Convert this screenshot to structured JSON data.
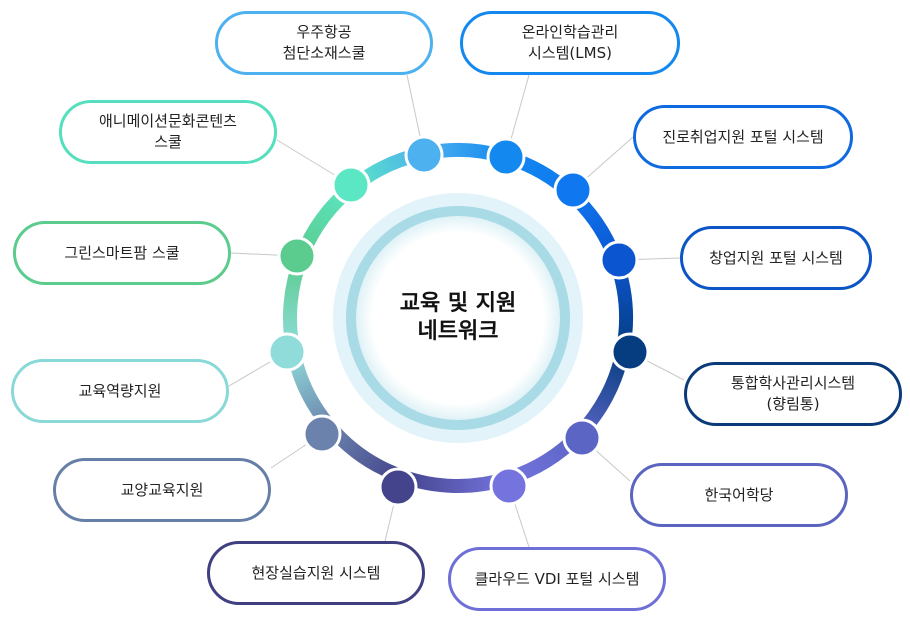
{
  "center": {
    "title": "교육 및 지원\n네트워크"
  },
  "nodes": [
    {
      "label": "우주항공\n첨단소재스쿨",
      "color": "#4db1ef",
      "dot": "#4db1ef"
    },
    {
      "label": "온라인학습관리\n시스템(LMS)",
      "color": "#1388ee",
      "dot": "#1388ee"
    },
    {
      "label": "진로취업지원 포털 시스템",
      "color": "#0f6ae0",
      "dot": "#0f78f0"
    },
    {
      "label": "창업지원 포털 시스템",
      "color": "#0b55c7",
      "dot": "#0b55d0"
    },
    {
      "label": "통합학사관리시스템\n(향림통)",
      "color": "#0a3a7a",
      "dot": "#063d80"
    },
    {
      "label": "한국어학당",
      "color": "#5b65c0",
      "dot": "#5b65c4"
    },
    {
      "label": "클라우드 VDI 포털 시스템",
      "color": "#6f6fd8",
      "dot": "#7574de"
    },
    {
      "label": "현장실습지원 시스템",
      "color": "#3f3f82",
      "dot": "#43448c"
    },
    {
      "label": "교양교육지원",
      "color": "#667fa6",
      "dot": "#6b83ac"
    },
    {
      "label": "교육역량지원",
      "color": "#8ad8d8",
      "dot": "#90dcda"
    },
    {
      "label": "그린스마트팜 스쿨",
      "color": "#5bcc8e",
      "dot": "#5bcc8e"
    },
    {
      "label": "애니메이션문화콘텐츠\n스쿨",
      "color": "#56dfbf",
      "dot": "#5be6c4"
    }
  ]
}
